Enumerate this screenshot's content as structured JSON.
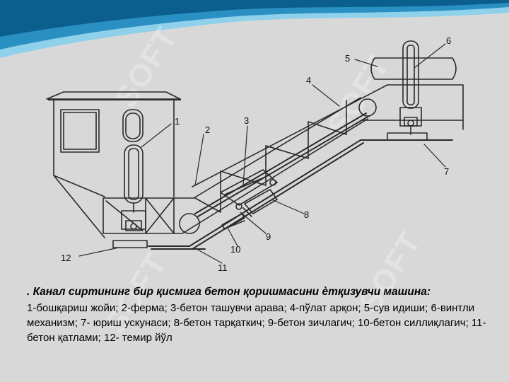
{
  "watermark": {
    "text": "SOFT"
  },
  "colors": {
    "background": "#d8d8d8",
    "band_dark": "#0a5f8e",
    "band_mid": "#2a90c2",
    "band_light": "#8fd0ea",
    "line": "#2a2a2a"
  },
  "callouts": [
    {
      "id": "1",
      "label": "1"
    },
    {
      "id": "2",
      "label": "2"
    },
    {
      "id": "3",
      "label": "3"
    },
    {
      "id": "4",
      "label": "4"
    },
    {
      "id": "5",
      "label": "5"
    },
    {
      "id": "6",
      "label": "6"
    },
    {
      "id": "7",
      "label": "7"
    },
    {
      "id": "8",
      "label": "8"
    },
    {
      "id": "9",
      "label": "9"
    },
    {
      "id": "10",
      "label": "10"
    },
    {
      "id": "11",
      "label": "11"
    },
    {
      "id": "12",
      "label": "12"
    }
  ],
  "caption": {
    "title": ". Канал сиртининг бир қисмига бетон қоришмасини ѐтқизувчи машина:",
    "body": "1-бошқариш жойи; 2-ферма; 3-бетон ташувчи арава; 4-пўлат арқон; 5-сув идиши; 6-винтли механизм; 7- юриш ускунаси; 8-бетон тарқаткич; 9-бетон зичлагич; 10-бетон силлиқлагич; 11-бетон қатлами; 12- темир йўл"
  }
}
